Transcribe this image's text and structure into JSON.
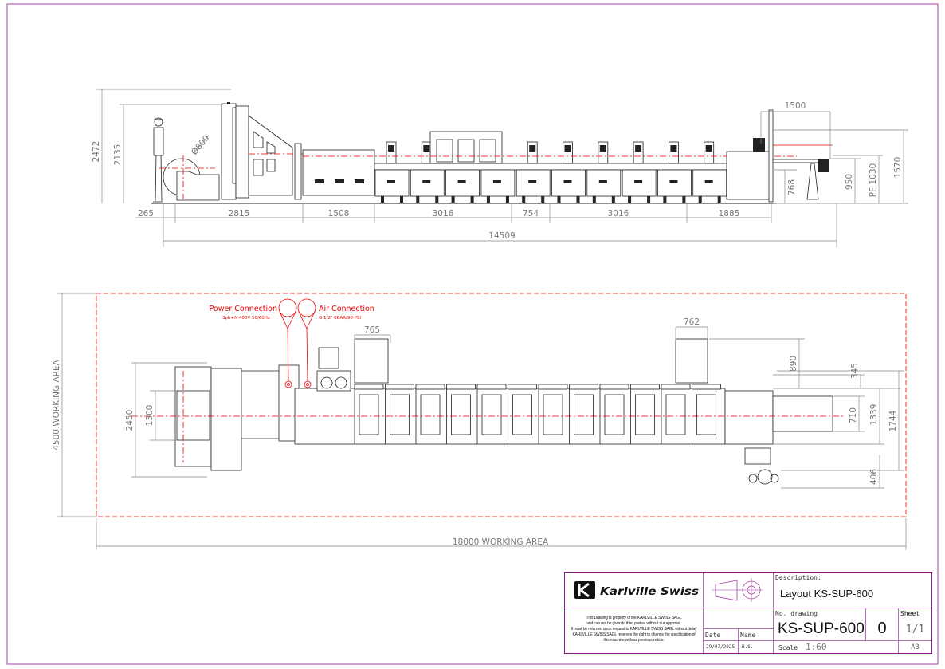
{
  "side_view": {
    "dims": {
      "h_2472": "2472",
      "h_2135": "2135",
      "dia_800": "Ø800",
      "w_265": "265",
      "w_2815": "2815",
      "w_1508": "1508",
      "w_3016_a": "3016",
      "w_754": "754",
      "w_3016_b": "3016",
      "w_1885": "1885",
      "w_14509": "14509",
      "w_1500": "1500",
      "h_768": "768",
      "h_950": "950",
      "h_pf1030": "PF 1030",
      "h_1570": "1570"
    }
  },
  "plan_view": {
    "power": {
      "title": "Power Connection",
      "spec": "3ph+N 400V 50/60Hz"
    },
    "air": {
      "title": "Air Connection",
      "spec": "G 1/2\" 6BAR/90 PSI"
    },
    "dims": {
      "w_765": "765",
      "w_762": "762",
      "h_890": "890",
      "h_2450": "2450",
      "h_1300": "1300",
      "h_345": "345",
      "h_710": "710",
      "h_1339": "1339",
      "h_1744": "1744",
      "h_406": "406"
    },
    "working_area_height": "4500 WORKING AREA",
    "working_area_width": "18000 WORKING AREA"
  },
  "title_block": {
    "logo_text": "Karlville Swiss",
    "disclaimer": [
      "This Drawing is property of the KARLVILLE SWISS SAGL",
      "and can not be given to third parties without our approval.",
      "It must be returned upon request to KARLVILLE SWISS SAGL without delay",
      "KARLVILLE SWISS SAGL reserves the right to change the specification of",
      "this machine without previous notice."
    ],
    "description_label": "Description:",
    "description": "Layout KS-SUP-600",
    "drawing_no_label": "No. drawing",
    "drawing_no": "KS-SUP-600",
    "revision": "0",
    "sheet_label": "Sheet",
    "sheet": "1/1",
    "date_label": "Date",
    "date": "29/07/2025",
    "name_label": "Name",
    "name": "B.S.",
    "scale_label": "Scale",
    "scale": "1:60",
    "format": "A3"
  },
  "colors": {
    "frame": "#8a1a8a",
    "centerline": "#e00000",
    "dimension": "#777777"
  }
}
